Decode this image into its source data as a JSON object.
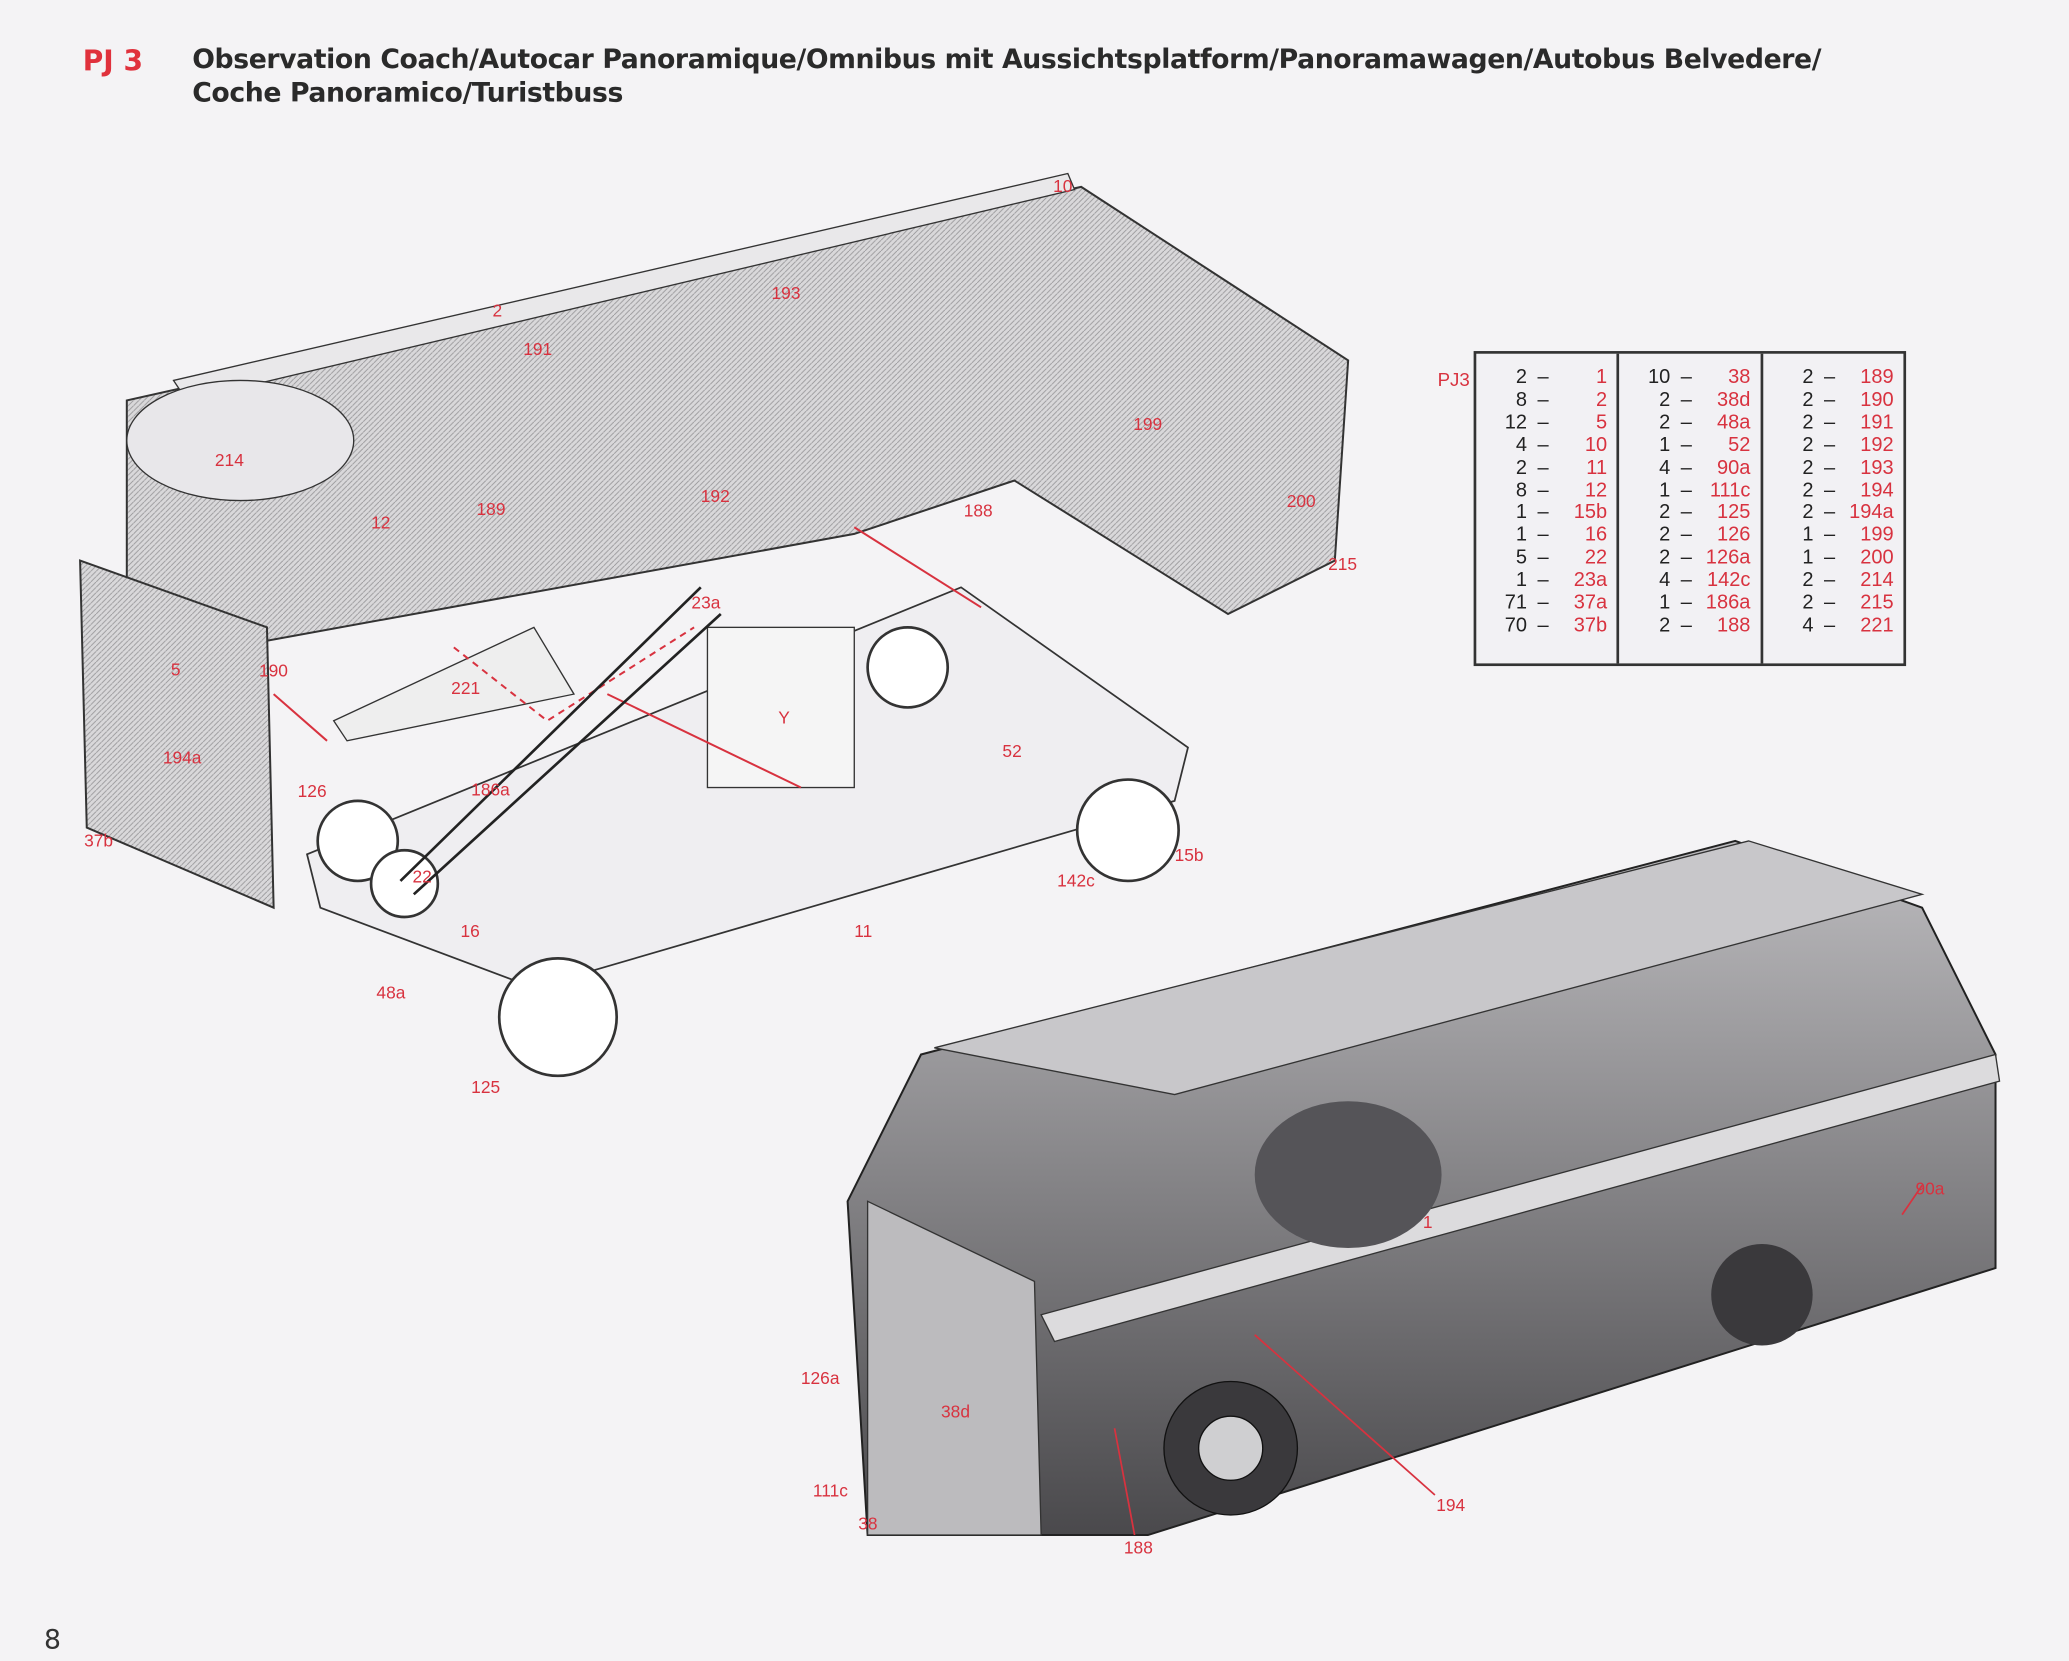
{
  "header": {
    "model_code": "PJ 3",
    "title_line1": "Observation Coach/Autocar Panoramique/Omnibus mit Aussichtsplatform/Panoramawagen/Autobus Belvedere/",
    "title_line2": "Coche Panoramico/Turistbuss"
  },
  "parts_table": {
    "code": "PJ3",
    "columns": [
      [
        [
          "2",
          "1"
        ],
        [
          "8",
          "2"
        ],
        [
          "12",
          "5"
        ],
        [
          "4",
          "10"
        ],
        [
          "2",
          "11"
        ],
        [
          "8",
          "12"
        ],
        [
          "1",
          "15b"
        ],
        [
          "1",
          "16"
        ],
        [
          "5",
          "22"
        ],
        [
          "1",
          "23a"
        ],
        [
          "71",
          "37a"
        ],
        [
          "70",
          "37b"
        ]
      ],
      [
        [
          "10",
          "38"
        ],
        [
          "2",
          "38d"
        ],
        [
          "2",
          "48a"
        ],
        [
          "1",
          "52"
        ],
        [
          "4",
          "90a"
        ],
        [
          "1",
          "111c"
        ],
        [
          "2",
          "125"
        ],
        [
          "2",
          "126"
        ],
        [
          "2",
          "126a"
        ],
        [
          "4",
          "142c"
        ],
        [
          "1",
          "186a"
        ],
        [
          "2",
          "188"
        ]
      ],
      [
        [
          "2",
          "189"
        ],
        [
          "2",
          "190"
        ],
        [
          "2",
          "191"
        ],
        [
          "2",
          "192"
        ],
        [
          "2",
          "193"
        ],
        [
          "2",
          "194"
        ],
        [
          "2",
          "194a"
        ],
        [
          "1",
          "199"
        ],
        [
          "1",
          "200"
        ],
        [
          "2",
          "214"
        ],
        [
          "2",
          "215"
        ],
        [
          "4",
          "221"
        ]
      ]
    ],
    "separator": "–"
  },
  "upper_callouts": [
    "10",
    "193",
    "2",
    "191",
    "214",
    "189",
    "12",
    "192",
    "188",
    "199",
    "200",
    "215",
    "23a",
    "5",
    "190",
    "221",
    "Y",
    "52",
    "194a",
    "126",
    "186a",
    "37b",
    "15b",
    "142c",
    "22",
    "16",
    "11",
    "48a",
    "125"
  ],
  "lower_callouts": [
    "1",
    "90a",
    "126a",
    "38d",
    "111c",
    "38",
    "194",
    "188"
  ],
  "page_number": "8",
  "colors": {
    "accent_red": "#d8323f",
    "ink": "#2a2a2a",
    "paper": "#f4f3f5"
  }
}
